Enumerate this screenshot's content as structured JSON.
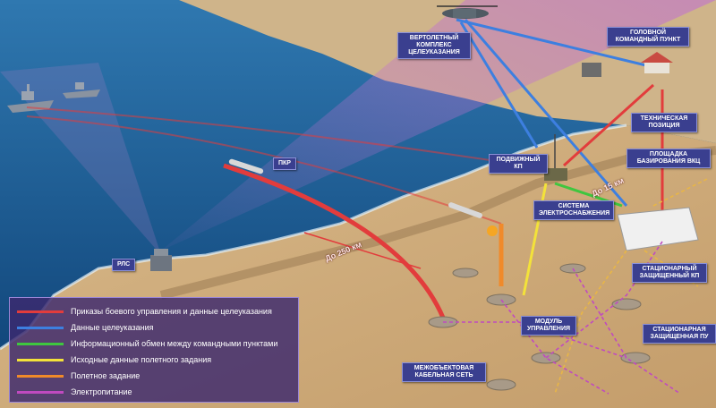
{
  "labels": {
    "helicopter": "ВЕРТОЛЕТНЫЙ КОМПЛЕКС ЦЕЛЕУКАЗАНИЯ",
    "hq": "ГОЛОВНОЙ КОМАНДНЫЙ ПУНКТ",
    "tech": "ТЕХНИЧЕСКАЯ ПОЗИЦИЯ",
    "vkts": "ПЛОЩАДКА БАЗИРОВАНИЯ ВКЦ",
    "mobile_kp": "ПОДВИЖНЫЙ КП",
    "power": "СИСТЕМА ЭЛЕКТРОСНАБЖЕНИЯ",
    "pkr": "ПКР",
    "rls": "РЛС",
    "stationary_kp": "СТАЦИОНАРНЫЙ ЗАЩИЩЕННЫЙ КП",
    "control_module": "МОДУЛЬ УПРАВЛЕНИЯ",
    "stationary_pu": "СТАЦИОНАРНАЯ ЗАЩИЩЕННАЯ ПУ",
    "cable_net": "МЕЖОБЪЕКТОВАЯ КАБЕЛЬНАЯ СЕТЬ"
  },
  "distances": {
    "to_250": "До 250 км",
    "to_15": "До 15 км"
  },
  "legend": [
    {
      "text": "Приказы боевого управления и данные целеуказания",
      "color": "#e23c3c"
    },
    {
      "text": "Данные целеуказания",
      "color": "#3d7fe0"
    },
    {
      "text": "Информационный обмен между командными пунктами",
      "color": "#3fc63f"
    },
    {
      "text": "Исходные данные полетного задания",
      "color": "#f3e23a"
    },
    {
      "text": "Полетное задание",
      "color": "#f08a2a"
    },
    {
      "text": "Электропитание",
      "color": "#c04ac0"
    }
  ]
}
